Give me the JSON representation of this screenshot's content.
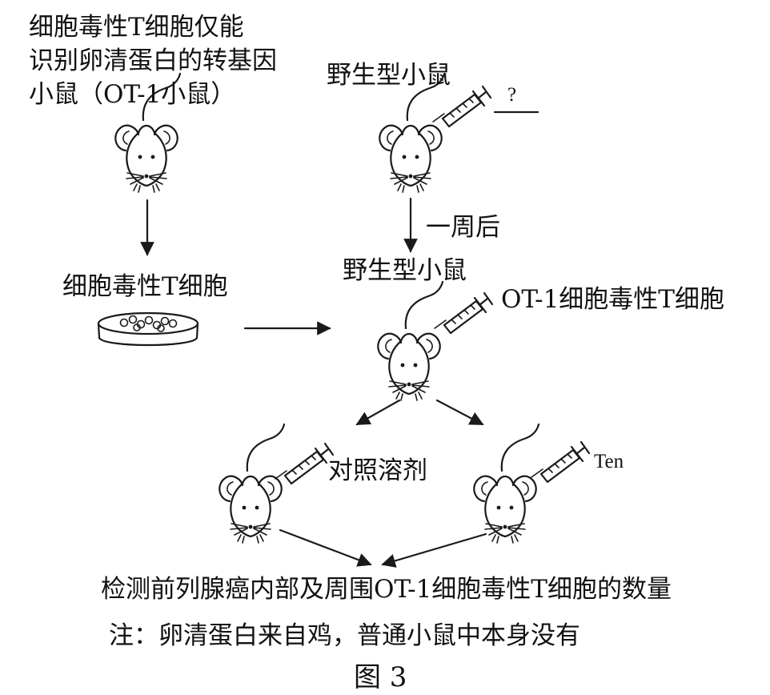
{
  "texts": {
    "ot1_desc_line1": "细胞毒性T细胞仅能",
    "ot1_desc_line2": "识别卵清蛋白的转基因",
    "ot1_desc_line3": "小鼠（OT-1小鼠）",
    "wildtype_top": "野生型小鼠",
    "question_mark": "?",
    "one_week_later": "一周后",
    "cytotoxic_t_cells": "细胞毒性T细胞",
    "wildtype_mid": "野生型小鼠",
    "ot1_injection": "OT-1细胞毒性T细胞",
    "control_solvent": "对照溶剂",
    "ten_label": "Ten",
    "measure_text": "检测前列腺癌内部及周围OT-1细胞毒性T细胞的数量",
    "note_text": "注：卵清蛋白来自鸡，普通小鼠中本身没有",
    "figure_caption": "图 3"
  }
}
